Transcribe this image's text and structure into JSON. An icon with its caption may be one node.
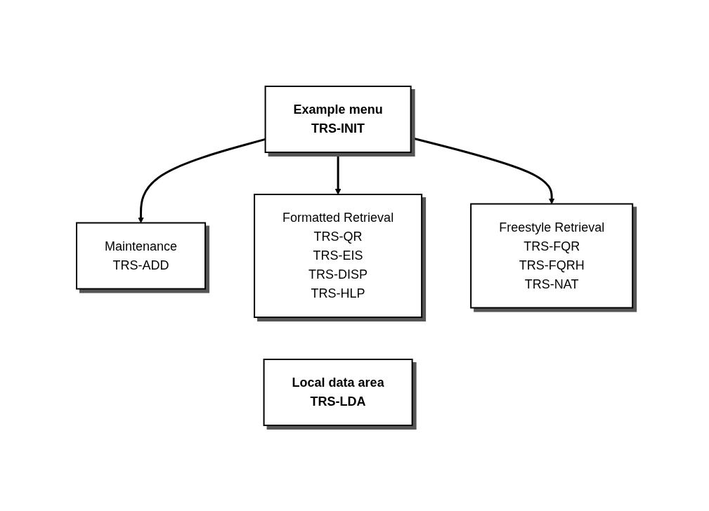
{
  "diagram": {
    "nodes": [
      {
        "text": [
          "Example menu",
          "TRS-INIT"
        ]
      },
      {
        "text": [
          "Maintenance",
          "TRS-ADD"
        ]
      },
      {
        "text": [
          "Formatted Retrieval",
          "TRS-QR",
          "TRS-EIS",
          "TRS-DISP",
          "TRS-HLP"
        ]
      },
      {
        "text": [
          "Freestyle Retrieval",
          "TRS-FQR",
          "TRS-FQRH",
          "TRS-NAT"
        ]
      },
      {
        "text": [
          "Local data area",
          "TRS-LDA"
        ]
      }
    ],
    "edges": [
      {
        "from": 0,
        "to": 1,
        "arrow": "to"
      },
      {
        "from": 0,
        "to": 2,
        "arrow": "to"
      },
      {
        "from": 0,
        "to": 3,
        "arrow": "to"
      }
    ]
  }
}
